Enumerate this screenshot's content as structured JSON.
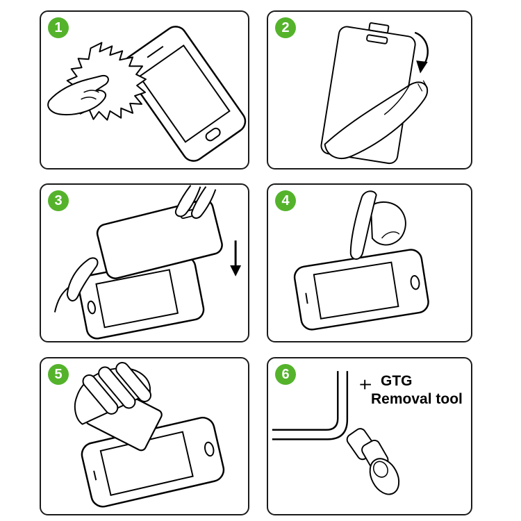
{
  "colors": {
    "background": "#ffffff",
    "panel_border": "#1a1a1a",
    "step_badge": "#54b32b",
    "step_number": "#ffffff",
    "line_art": "#000000",
    "label": "#000000"
  },
  "steps": [
    {
      "number": "1"
    },
    {
      "number": "2"
    },
    {
      "number": "3"
    },
    {
      "number": "4"
    },
    {
      "number": "5"
    },
    {
      "number": "6",
      "label_line1": "GTG",
      "label_line2": "Removal tool"
    }
  ]
}
